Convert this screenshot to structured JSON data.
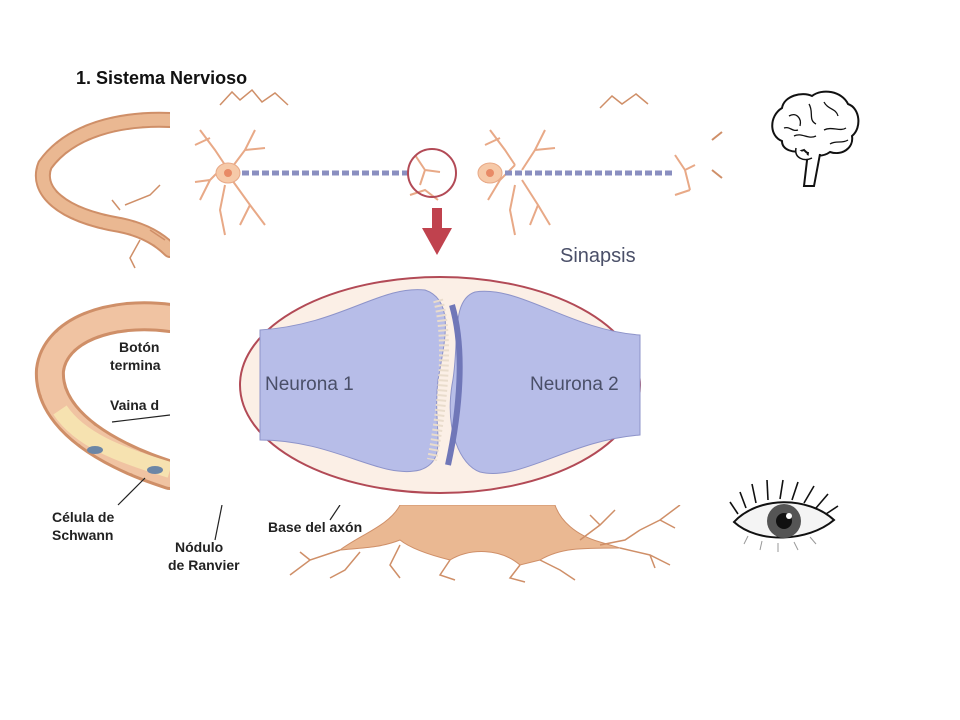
{
  "slide": {
    "title": "1. Sistema Nervioso"
  },
  "neuron_labels": {
    "boton_line1": "Botón",
    "boton_line2": "termina",
    "vaina": "Vaina d",
    "celula_line1": "Célula de",
    "celula_line2": "Schwann",
    "nodulo_line1": "Nódulo",
    "nodulo_line2": "de Ranvier",
    "base_axon": "Base del axón"
  },
  "synapse": {
    "title": "Sinapsis",
    "neuron1": "Neurona 1",
    "neuron2": "Neurona 2"
  },
  "icons": [
    "brain-icon",
    "eye-icon"
  ],
  "colors": {
    "neuron": "#eab892",
    "neuron_dark": "#cf8f68",
    "myelin": "#f0c3a2",
    "synapse_blue": "#b7bde8",
    "synapse_ring": "#b24a56",
    "arrow": "#c0424e"
  }
}
